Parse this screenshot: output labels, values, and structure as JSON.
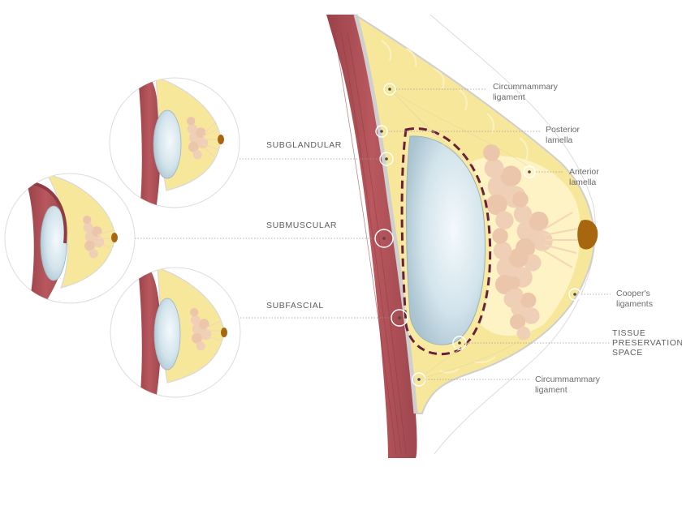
{
  "placements": [
    {
      "id": "subglandular",
      "label": "SUBGLANDULAR"
    },
    {
      "id": "submuscular",
      "label": "SUBMUSCULAR"
    },
    {
      "id": "subfascial",
      "label": "SUBFASCIAL"
    }
  ],
  "callouts": {
    "circ_top": [
      "Circummammary",
      "ligament"
    ],
    "posterior": [
      "Posterior",
      "lamella"
    ],
    "anterior": [
      "Anterior",
      "lamella"
    ],
    "coopers": [
      "Cooper's",
      "ligaments"
    ],
    "tissue": [
      "TISSUE",
      "PRESERVATION",
      "SPACE"
    ],
    "circ_bottom": [
      "Circummammary",
      "ligament"
    ]
  },
  "colors": {
    "muscle": "#b5545a",
    "muscle_dark": "#8e3b42",
    "fat": "#f7e79a",
    "fat_light": "#fdf3c4",
    "gland": "#efcfb6",
    "implant": "#d6e6ee",
    "nipple": "#a8660f",
    "capsule": "#6b1f3a"
  }
}
